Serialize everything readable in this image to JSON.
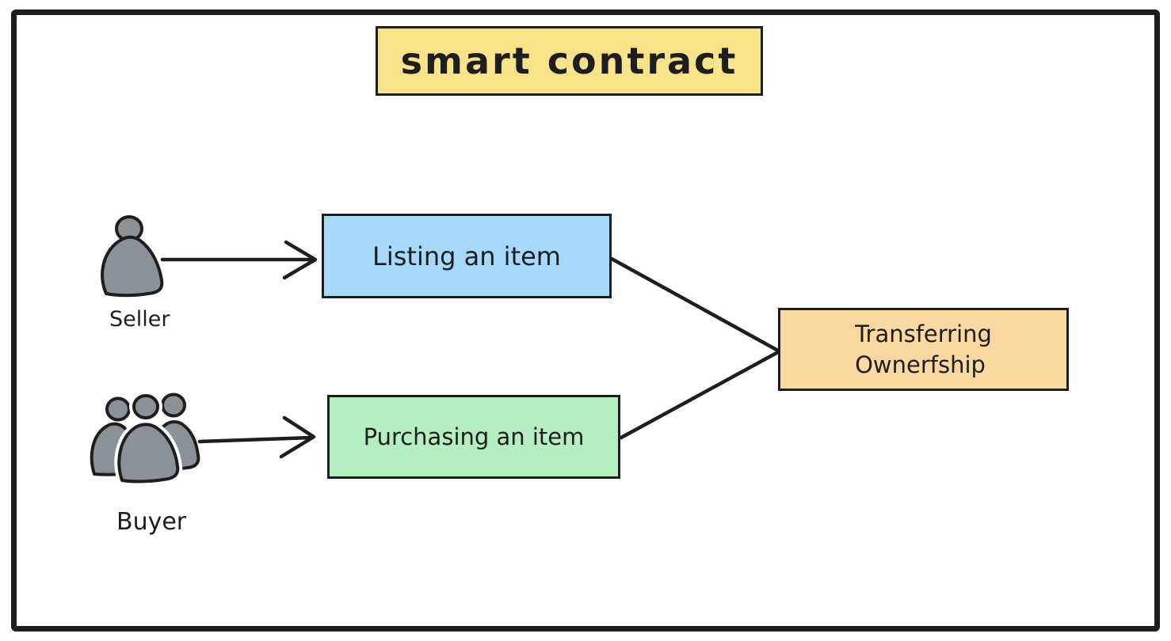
{
  "title": {
    "label": "smart contract"
  },
  "nodes": {
    "listing": {
      "label": "Listing an item"
    },
    "purchasing": {
      "label": "Purchasing an item"
    },
    "transferring": {
      "label": "Transferring\nOwnerfship"
    }
  },
  "actors": {
    "seller": {
      "label": "Seller",
      "icon": "person-icon"
    },
    "buyer": {
      "label": "Buyer",
      "icon": "people-icon"
    }
  },
  "edges": [
    {
      "from": "seller",
      "to": "listing",
      "style": "arrow"
    },
    {
      "from": "buyer",
      "to": "purchasing",
      "style": "arrow"
    },
    {
      "from": "listing",
      "to": "transferring",
      "style": "line"
    },
    {
      "from": "purchasing",
      "to": "transferring",
      "style": "line"
    }
  ],
  "colors": {
    "stroke": "#1e1e1e",
    "canvas-bg": "#ffffff",
    "title-bg": "#f8e28a",
    "listing-bg": "#a6d9fb",
    "purchasing-bg": "#b5efc1",
    "transferring-bg": "#fbd7a2",
    "actor-fill": "#8a9199"
  }
}
